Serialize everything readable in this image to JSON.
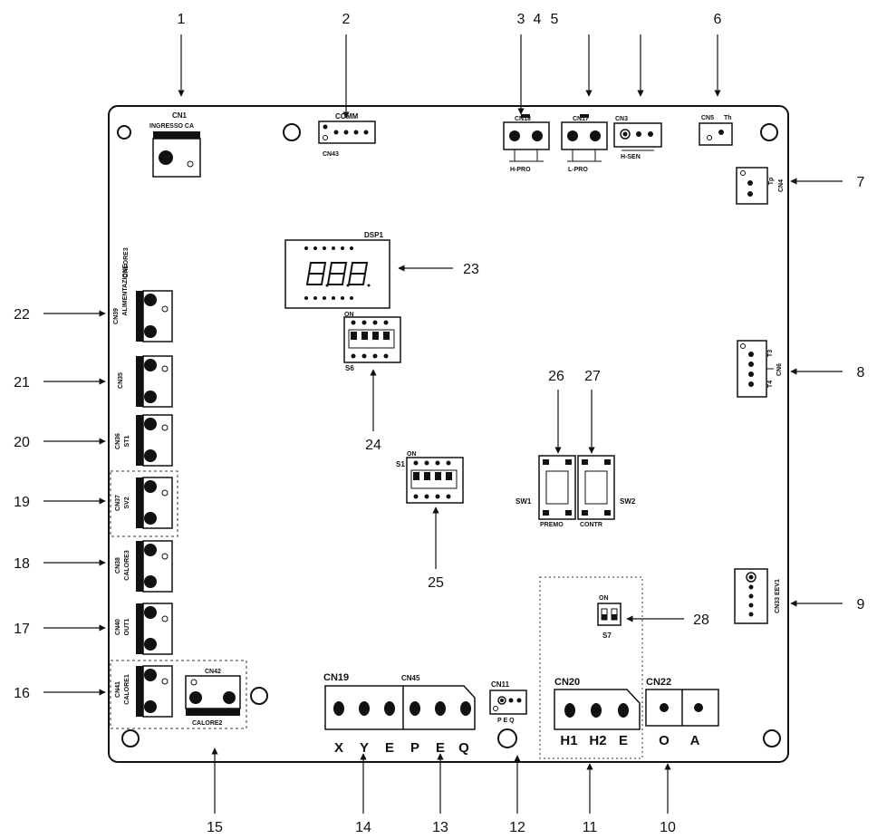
{
  "callouts": [
    "1",
    "2",
    "3",
    "4",
    "5",
    "6",
    "7",
    "8",
    "9",
    "10",
    "11",
    "12",
    "13",
    "14",
    "15",
    "16",
    "17",
    "18",
    "19",
    "20",
    "21",
    "22",
    "23",
    "24",
    "25",
    "26",
    "27",
    "28"
  ],
  "labels": {
    "cn1": "CN1",
    "ingresso_ca": "INGRESSO CA",
    "comm": "COMM",
    "cn43": "CN43",
    "cn18": "CN18",
    "h_pro": "H-PRO",
    "cn17": "CN17",
    "l_pro": "L-PRO",
    "cn3": "CN3",
    "h_sen": "H-SEN",
    "cn5": "CN5",
    "th": "Th",
    "cn4": "CN4",
    "tp": "Tp",
    "cn6": "CN6",
    "t3": "T3",
    "t4": "T4",
    "cn33_eev1": "CN33 EEV1",
    "dsp1": "DSP1",
    "s6": "S6",
    "s1": "S1",
    "on": "ON",
    "sw1": "SW1",
    "sw2": "SW2",
    "sw1_text": "PREMO",
    "sw2_text": "CONTR",
    "s7": "S7",
    "calore3_top": "CALORE3",
    "cn39": "CN39",
    "alimentazione": "ALIMENTAZIONE",
    "cn35": "CN35",
    "cn36": "CN36",
    "st1": "ST1",
    "cn37": "CN37",
    "sv2": "SV2",
    "cn38": "CN38",
    "calore3": "CALORE3",
    "cn40": "CN40",
    "out1": "OUT1",
    "cn41": "CN41",
    "calore1": "CALORE1",
    "cn42": "CN42",
    "calore2": "CALORE2",
    "cn19": "CN19",
    "cn45": "CN45",
    "cn11": "CN11",
    "peq": "P E Q",
    "cn20": "CN20",
    "cn22": "CN22"
  },
  "terminals": {
    "cn19_45": [
      "X",
      "Y",
      "E",
      "P",
      "E",
      "Q"
    ],
    "cn20": [
      "H1",
      "H2",
      "E"
    ],
    "cn22": [
      "O",
      "A"
    ]
  },
  "colors": {
    "line": "#111111",
    "board": "#ffffff",
    "dashed": "#333333"
  }
}
